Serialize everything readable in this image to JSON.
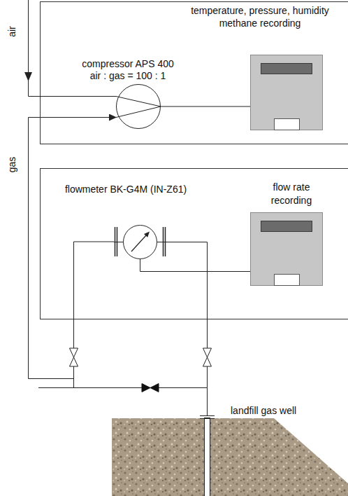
{
  "diagram": {
    "nodes": [
      {
        "text": [
          "compressor APS 400",
          "air : gas = 100 : 1"
        ]
      },
      {
        "text": [
          "temperature, pressure, humidity methane recording"
        ]
      },
      {
        "text": [
          "flowmeter BK-G4M (IN-Z61)"
        ]
      },
      {
        "text": [
          "flow rate recording"
        ]
      }
    ],
    "edges": [
      {
        "from": 0,
        "to": 1,
        "arrow": "none"
      },
      {
        "from": 2,
        "to": 3,
        "arrow": "none"
      },
      {
        "from": 2,
        "to": 0,
        "arrow": "to",
        "label": "gas"
      }
    ],
    "labels": [
      "air",
      "landfill gas well"
    ]
  }
}
